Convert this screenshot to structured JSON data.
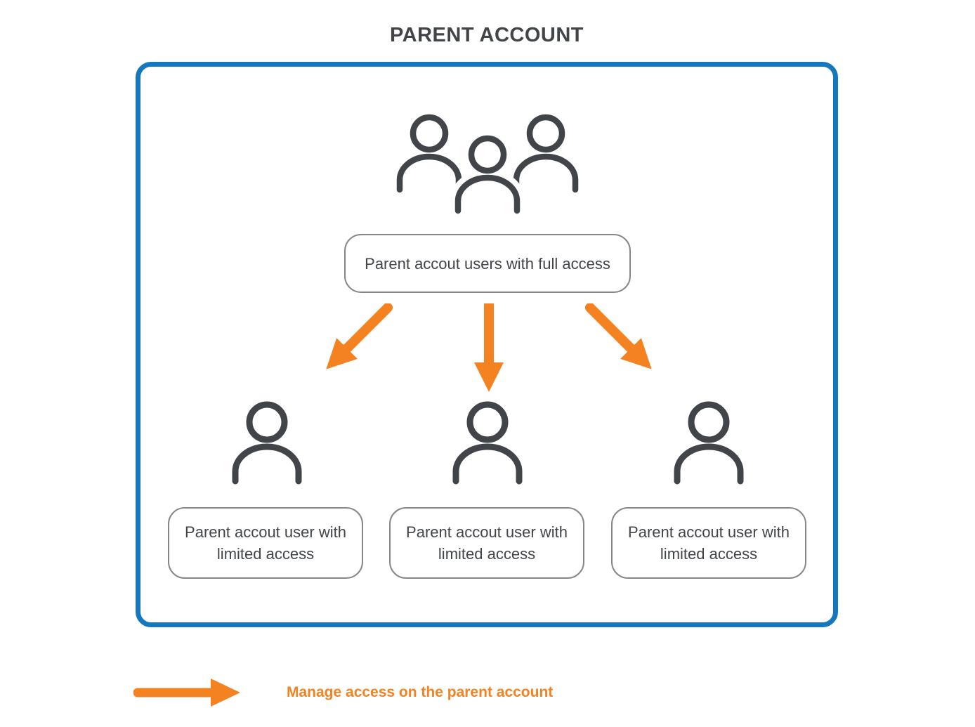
{
  "title": "PARENT ACCOUNT",
  "full_access": {
    "label": "Parent accout users with full access",
    "icon": "group-users-icon"
  },
  "limited_access": [
    {
      "label": "Parent accout user with limited access",
      "icon": "user-icon"
    },
    {
      "label": "Parent accout user with limited access",
      "icon": "user-icon"
    },
    {
      "label": "Parent accout user with limited access",
      "icon": "user-icon"
    }
  ],
  "legend": {
    "label": "Manage access on the parent account",
    "icon": "arrow-right-icon"
  },
  "icons": {
    "group_users": "group-users-icon",
    "user": "user-icon",
    "arrow_down": "arrow-down-icon",
    "arrow_down_left": "arrow-down-left-icon",
    "arrow_down_right": "arrow-down-right-icon",
    "arrow_right": "arrow-right-icon"
  },
  "colors": {
    "blue_border": "#1578be",
    "orange_accent": "#f58220",
    "charcoal_text": "#414448",
    "gray_box_border": "#85888b"
  }
}
